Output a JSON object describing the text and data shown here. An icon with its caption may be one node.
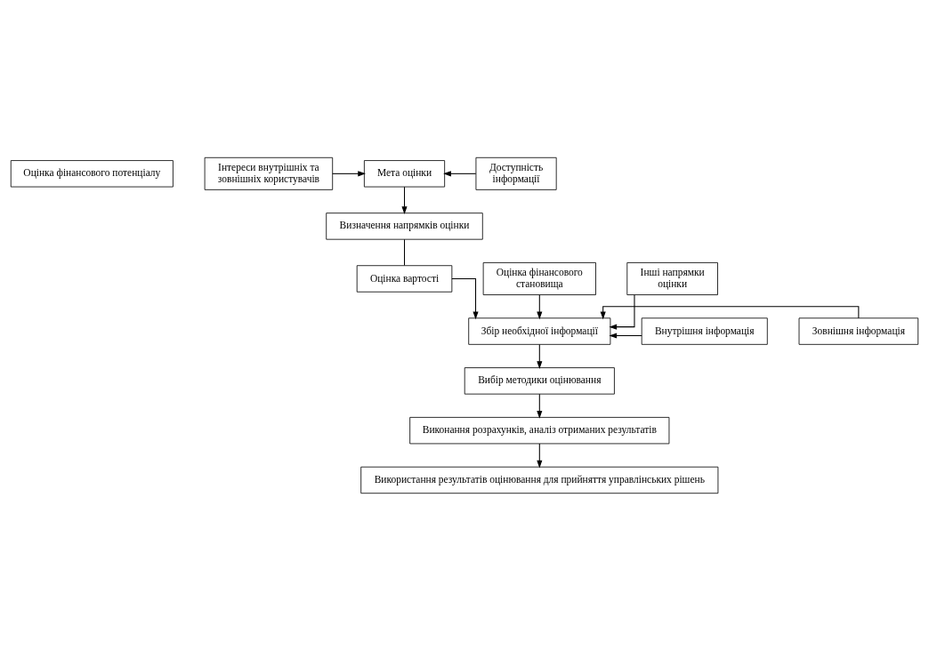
{
  "diagram": {
    "nodes": [
      {
        "text": [
          "Оцінка фінансового потенціалу"
        ]
      },
      {
        "text": [
          "Інтереси внутрішніх та зовнішніх користувачів"
        ]
      },
      {
        "text": [
          "Мета оцінки"
        ]
      },
      {
        "text": [
          "Доступність інформації"
        ]
      },
      {
        "text": [
          "Визначення напрямків оцінки"
        ]
      },
      {
        "text": [
          "Оцінка фінансового становища"
        ]
      },
      {
        "text": [
          "Оцінка вартості"
        ]
      },
      {
        "text": [
          "Інші напрямки оцінки"
        ]
      },
      {
        "text": [
          "Внутрішня інформація"
        ]
      },
      {
        "text": [
          "Збір необхідної інформації"
        ]
      },
      {
        "text": [
          "Зовнішня інформація"
        ]
      },
      {
        "text": [
          "Вибір методики оцінювання"
        ]
      },
      {
        "text": [
          "Виконання розрахунків, аналіз отриманих результатів"
        ]
      },
      {
        "text": [
          "Використання результатів оцінювання для прийняття управлінських рішень"
        ]
      }
    ],
    "edges": [
      {
        "from": 1,
        "to": 2,
        "arrow": "to"
      },
      {
        "from": 3,
        "to": 2,
        "arrow": "to"
      },
      {
        "from": 2,
        "to": 4,
        "arrow": "to"
      },
      {
        "from": 4,
        "to": 6,
        "arrow": "none"
      },
      {
        "from": 5,
        "to": 9,
        "arrow": "to"
      },
      {
        "from": 6,
        "to": 9,
        "arrow": "to"
      },
      {
        "from": 7,
        "to": 9,
        "arrow": "to"
      },
      {
        "from": 8,
        "to": 9,
        "arrow": "to"
      },
      {
        "from": 10,
        "to": 9,
        "arrow": "to"
      },
      {
        "from": 9,
        "to": 11,
        "arrow": "to"
      },
      {
        "from": 11,
        "to": 12,
        "arrow": "to"
      },
      {
        "from": 12,
        "to": 13,
        "arrow": "to"
      }
    ]
  }
}
